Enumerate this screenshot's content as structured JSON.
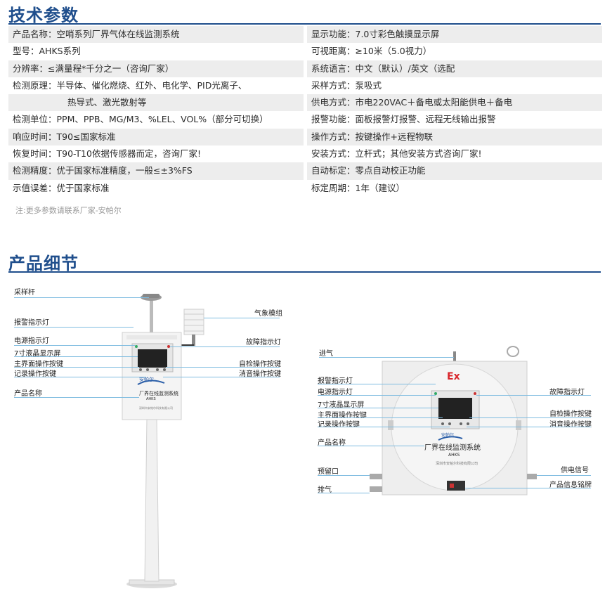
{
  "tech_section": {
    "title": "技术参数",
    "left_rows": [
      {
        "text": "产品名称：空哨系列厂界气体在线监测系统"
      },
      {
        "text": "型号：AHKS系列"
      },
      {
        "text": "分辨率：≤满量程*千分之一（咨询厂家）"
      },
      {
        "text": "检测原理：半导体、催化燃烧、红外、电化学、PID光离子、"
      },
      {
        "text": "热导式、激光散射等"
      },
      {
        "text": "检测单位：PPM、PPB、MG/M3、%LEL、VOL%（部分可切换）"
      },
      {
        "text": "响应时间：T90≤国家标准"
      },
      {
        "text": "恢复时间：T90-T10依据传感器而定，咨询厂家!"
      },
      {
        "text": "检测精度：优于国家标准精度，一般≤±3%FS"
      },
      {
        "text": "示值误差：优于国家标准"
      }
    ],
    "right_rows": [
      {
        "text": "显示功能：7.0寸彩色触摸显示屏"
      },
      {
        "text": "可视距离：≥10米（5.0视力）"
      },
      {
        "text": "系统语言：中文（默认）/英文（选配"
      },
      {
        "text": "采样方式：泵吸式"
      },
      {
        "text": "供电方式：市电220VAC＋备电或太阳能供电＋备电"
      },
      {
        "text": "报警功能：面板报警灯报警、远程无线输出报警"
      },
      {
        "text": "操作方式：按键操作+远程物联"
      },
      {
        "text": "安装方式：立杆式；其他安装方式咨询厂家!"
      },
      {
        "text": "自动标定：零点自动校正功能"
      },
      {
        "text": "标定周期：1年（建议）"
      }
    ],
    "note": "注:更多参数请联系厂家-安帕尔"
  },
  "detail_section": {
    "title": "产品细节",
    "left_figure": {
      "labels_left": [
        "采样杆",
        "报警指示灯",
        "电源指示灯",
        "7寸液晶显示屏",
        "主界面操作按键",
        "记录操作按键",
        "产品名称"
      ],
      "labels_right": [
        "气象模组",
        "故障指示灯",
        "自检操作按键",
        "消音操作按键"
      ],
      "product_name": "厂界在线监测系统",
      "model": "AHKS",
      "brand": "安帕尔",
      "company": "深圳市安帕尔科技有限公司"
    },
    "right_figure": {
      "labels_left": [
        "进气",
        "报警指示灯",
        "电源指示灯",
        "7寸液晶显示屏",
        "主界面操作按键",
        "记录操作按键",
        "产品名称",
        "预留口",
        "排气"
      ],
      "labels_right": [
        "故障指示灯",
        "自检操作按键",
        "消音操作按键",
        "供电信号",
        "产品信息铭牌"
      ],
      "ex_mark": "Ex",
      "product_name": "厂界在线监测系统",
      "model": "AHKS",
      "brand": "安帕尔",
      "company": "深圳市安帕尔科技有限公司"
    }
  },
  "colors": {
    "accent": "#1f4e8c",
    "leader": "#7fbce0",
    "row_shade": "#ededed",
    "ex_red": "#d9262b"
  }
}
